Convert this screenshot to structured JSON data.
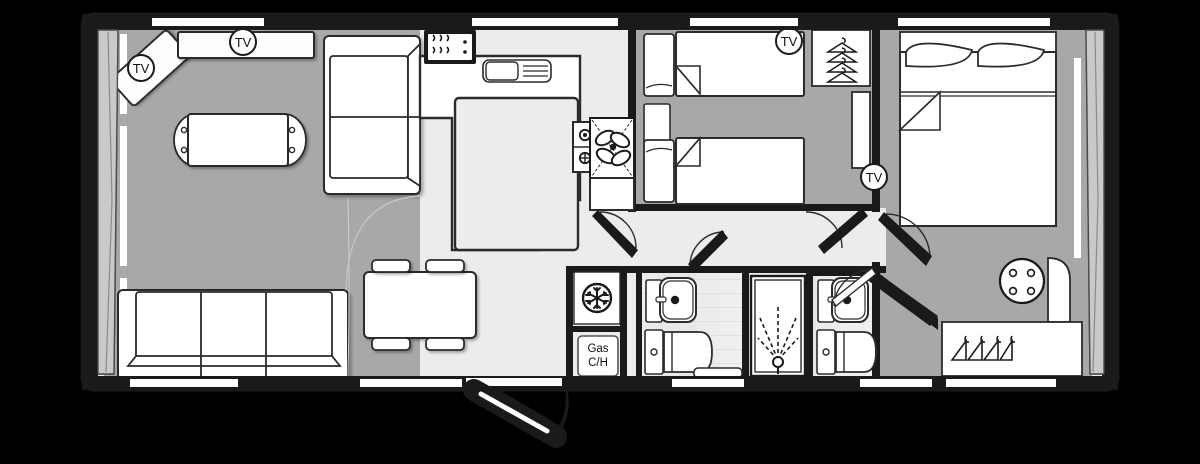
{
  "plan": {
    "title": "Static Caravan / Lodge Floor Plan",
    "background_color": "#000000",
    "wall_color": "#1a1a1a",
    "carpet_color": "#a8a8a8",
    "floor_color": "#e9e9e9",
    "furniture_fill": "#ffffff",
    "furniture_stroke": "#2b2b2b",
    "window_color": "#ffffff",
    "glazing_color": "#c9c9c9"
  },
  "labels": {
    "tv_1": "TV",
    "tv_2": "TV",
    "tv_3": "TV",
    "tv_4": "TV",
    "gas_ch_line1": "Gas",
    "gas_ch_line2": "C/H"
  },
  "rooms": [
    {
      "id": "lounge",
      "name": "Lounge",
      "floor": "carpet"
    },
    {
      "id": "kitchen",
      "name": "Kitchen",
      "floor": "vinyl"
    },
    {
      "id": "dining",
      "name": "Dining Area",
      "floor": "vinyl"
    },
    {
      "id": "hallway",
      "name": "Hallway",
      "floor": "vinyl"
    },
    {
      "id": "twin-bedroom",
      "name": "Twin Bedroom",
      "floor": "carpet"
    },
    {
      "id": "master-bedroom",
      "name": "Master Bedroom",
      "floor": "carpet"
    },
    {
      "id": "bathroom",
      "name": "Shower Room",
      "floor": "vinyl"
    },
    {
      "id": "ensuite",
      "name": "En-suite",
      "floor": "vinyl"
    },
    {
      "id": "utility",
      "name": "Utility Cupboard",
      "floor": "vinyl"
    }
  ],
  "fixtures": [
    {
      "name": "corner-tv-unit",
      "room": "lounge"
    },
    {
      "name": "sideboard-tv-unit",
      "room": "lounge"
    },
    {
      "name": "coffee-table",
      "room": "lounge"
    },
    {
      "name": "two-seat-sofa",
      "room": "lounge"
    },
    {
      "name": "three-seat-sofa",
      "room": "lounge"
    },
    {
      "name": "microwave",
      "room": "kitchen"
    },
    {
      "name": "sink-drainer",
      "room": "kitchen"
    },
    {
      "name": "gas-hob",
      "room": "kitchen"
    },
    {
      "name": "extractor-fan",
      "room": "kitchen"
    },
    {
      "name": "kitchen-island",
      "room": "kitchen"
    },
    {
      "name": "dining-table",
      "room": "dining"
    },
    {
      "name": "dining-chair",
      "room": "dining"
    },
    {
      "name": "fridge-freezer",
      "room": "utility"
    },
    {
      "name": "gas-central-heating-boiler",
      "room": "utility"
    },
    {
      "name": "single-bed",
      "room": "twin-bedroom"
    },
    {
      "name": "wardrobe",
      "room": "twin-bedroom"
    },
    {
      "name": "bedside-table",
      "room": "twin-bedroom"
    },
    {
      "name": "double-bed",
      "room": "master-bedroom"
    },
    {
      "name": "pillow",
      "room": "master-bedroom"
    },
    {
      "name": "dressing-table",
      "room": "master-bedroom"
    },
    {
      "name": "wardrobe",
      "room": "master-bedroom"
    },
    {
      "name": "wash-basin",
      "room": "bathroom"
    },
    {
      "name": "toilet",
      "room": "bathroom"
    },
    {
      "name": "shower-cubicle",
      "room": "bathroom"
    },
    {
      "name": "wash-basin",
      "room": "ensuite"
    },
    {
      "name": "toilet",
      "room": "ensuite"
    },
    {
      "name": "entrance-door",
      "room": "dining"
    }
  ]
}
